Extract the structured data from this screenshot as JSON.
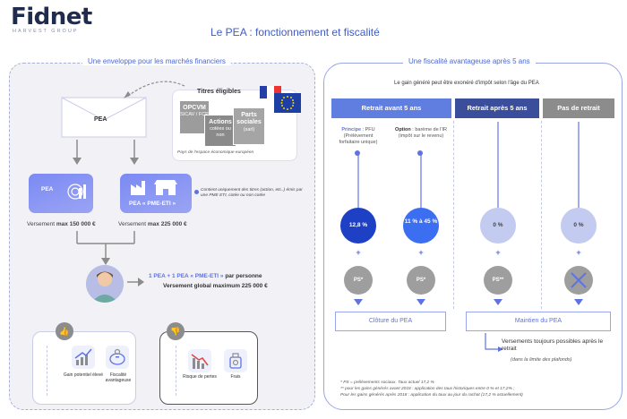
{
  "brand": {
    "name": "Fidnet",
    "subtitle": "HARVEST GROUP"
  },
  "title": "Le PEA : fonctionnement et fiscalité",
  "colors": {
    "accent": "#5f73e0",
    "col_blue": "#5f7ee0",
    "col_dark": "#3b4e9c",
    "col_gray": "#8c8c8c"
  },
  "left": {
    "heading": "Une enveloppe pour les marchés financiers",
    "envelope_label": "PEA",
    "eligible": {
      "title": "Titres éligibles",
      "opcvm": "OPCVM",
      "opcvm_sub": "SICAV / FCP",
      "actions": "Actions",
      "actions_sub": "cotées ou non",
      "parts": "Parts sociales",
      "parts_sub": "(sarl)",
      "caption": "Pays de l'espace économique européen"
    },
    "pea_card": "PEA",
    "pea_versement_prefix": "Versement ",
    "pea_versement_amount": "max 150 000 €",
    "pme_card": "PEA « PME-ETI »",
    "pme_versement_prefix": "Versement ",
    "pme_versement_amount": "max 225 000 €",
    "pme_note": "Contient uniquement des titres (action, etc..) émis par une PME ETI, cotée ou non cotée",
    "combo_pea": "1 PEA",
    "combo_plus": " + ",
    "combo_pme": "1 PEA « PME-ETI »",
    "combo_suffix": " par personne",
    "combo_line2": "Versement global maximum 225 000 €",
    "pros": [
      {
        "icon": "growth-chart-icon",
        "label": "Gain potentiel élevé"
      },
      {
        "icon": "piggy-bank-icon",
        "label": "Fiscalité avantageuse"
      }
    ],
    "cons": [
      {
        "icon": "down-chart-icon",
        "label": "Risque de pertes"
      },
      {
        "icon": "fees-icon",
        "label": "Frais"
      }
    ]
  },
  "right": {
    "heading": "Une fiscalité avantageuse après 5 ans",
    "subtitle": "Le gain généré peut être exonéré d'impôt selon l'âge du PEA",
    "columns": [
      {
        "header": "Retrait avant 5 ans"
      },
      {
        "header": "Retrait après 5 ans"
      },
      {
        "header": "Pas de retrait"
      }
    ],
    "principe_label": "Principe",
    "principe_value": " : PFU",
    "principe_detail": "(Prélèvement forfaitaire unique)",
    "option_label": "Option",
    "option_value": " : barème de l'IR",
    "option_detail": "(impôt sur le revenu)",
    "rates": [
      "12,8 %",
      "11 % à 45 %",
      "0 %",
      "0 %"
    ],
    "ps_labels": [
      "PS*",
      "PS*",
      "PS**",
      ""
    ],
    "cloture": "Clôture du PEA",
    "maintien": "Maintien du PEA",
    "maintien_note": "Versements toujours possibles après le retrait",
    "maintien_note_sub": "(dans la limite des plafonds)",
    "footnotes": [
      "* PS = prélèvements sociaux. Taux actuel 17,2 %",
      "** pour les gains générés avant 2018 : application des taux historiques entre 0 % et 17,2% ;",
      "Pour les gains générés après 2018 : application du taux au jour du rachat (17,2 % actuellement)"
    ]
  }
}
